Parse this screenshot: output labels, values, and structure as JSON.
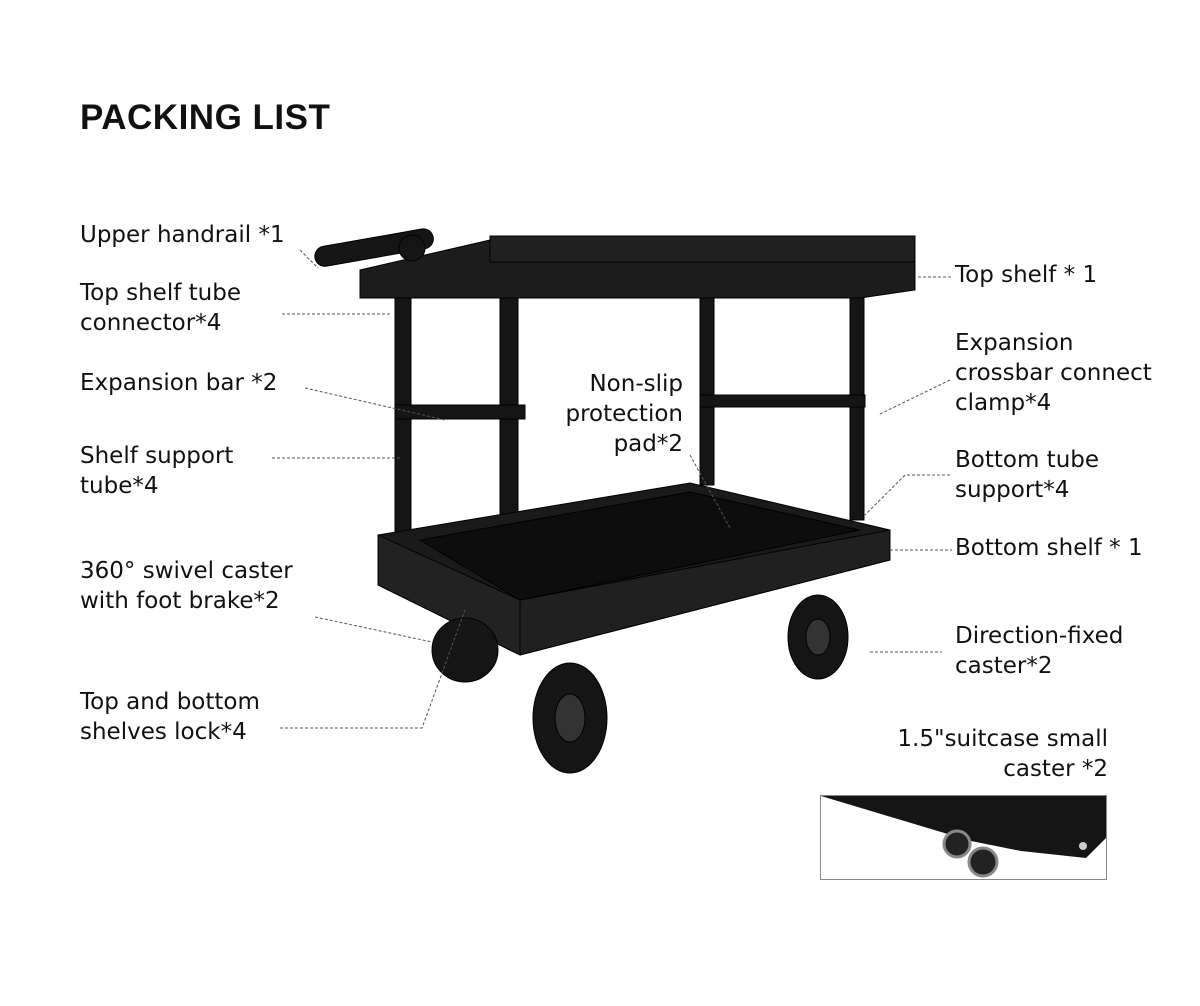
{
  "title": "PACKING LIST",
  "labels": {
    "upper_handrail": "Upper handrail *1",
    "top_shelf_tube_connector": [
      "Top shelf tube",
      "connector*4"
    ],
    "expansion_bar": "Expansion bar *2",
    "shelf_support_tube": [
      "Shelf support",
      "tube*4"
    ],
    "swivel_caster": [
      "360°  swivel caster",
      "with foot brake*2"
    ],
    "shelves_lock": [
      "Top and bottom",
      "shelves lock*4"
    ],
    "top_shelf": "Top shelf * 1",
    "crossbar_clamp": [
      "Expansion",
      "crossbar connect",
      "clamp*4"
    ],
    "non_slip_pad": [
      "Non-slip",
      "protection",
      "pad*2"
    ],
    "bottom_tube_support": [
      "Bottom tube",
      "support*4"
    ],
    "bottom_shelf": "Bottom shelf * 1",
    "direction_fixed_caster": [
      "Direction-fixed",
      "caster*2"
    ],
    "suitcase_caster": [
      "1.5\"suitcase small",
      "caster *2"
    ]
  }
}
